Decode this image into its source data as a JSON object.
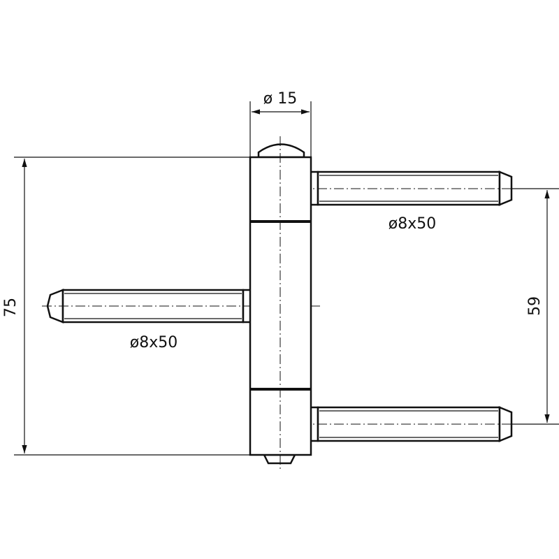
{
  "dimensions": {
    "barrel_diameter": "ø 15",
    "overall_height": "75",
    "pin_spacing": "59",
    "upper_pin": "ø8x50",
    "left_pin": "ø8x50"
  },
  "colors": {
    "line": "#111111",
    "background": "#ffffff"
  }
}
